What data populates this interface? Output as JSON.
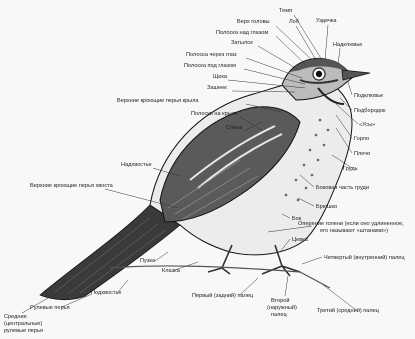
{
  "title": "",
  "labels": [
    {
      "id": "temya",
      "text": "Темя"
    },
    {
      "id": "lob",
      "text": "Лоб"
    },
    {
      "id": "verkh-golovy",
      "text": "Верх головы"
    },
    {
      "id": "uzdechka",
      "text": "Уздечка"
    },
    {
      "id": "poloska-nad-glazom",
      "text": "Полоска над глазом"
    },
    {
      "id": "nadklyuve",
      "text": "Надклювье"
    },
    {
      "id": "zatylok",
      "text": "Затылок"
    },
    {
      "id": "poloska-cherez-glaz",
      "text": "Полоска через глаз"
    },
    {
      "id": "poloska-pod-glazom",
      "text": "Полоска под глазом"
    },
    {
      "id": "shcheka",
      "text": "Щека"
    },
    {
      "id": "podklyuve",
      "text": "Подклювье"
    },
    {
      "id": "zashcheyok",
      "text": "Зашеек"
    },
    {
      "id": "podborodok",
      "text": "Подбородок"
    },
    {
      "id": "verkhnie-kroyushchie-krylo",
      "text": "Верхние кроющие перья крыла"
    },
    {
      "id": "usy",
      "text": "«Усы»"
    },
    {
      "id": "poloski-na-kryle",
      "text": "Полоски на крыле"
    },
    {
      "id": "gorlo",
      "text": "Горло"
    },
    {
      "id": "spina",
      "text": "Спина"
    },
    {
      "id": "plecho",
      "text": "Плечо"
    },
    {
      "id": "nadkhvostye",
      "text": "Надхвостье"
    },
    {
      "id": "grud",
      "text": "Грудь"
    },
    {
      "id": "verkhnie-kroyushchie-khvost",
      "text": "Верхние кроющие перья хвоста"
    },
    {
      "id": "bokovaya-chast-grudi",
      "text": "Боковая часть груди"
    },
    {
      "id": "bryushko",
      "text": "Брюшко"
    },
    {
      "id": "bok",
      "text": "Бок"
    },
    {
      "id": "operenie-goleni-1",
      "text": "Оперение голени (если оно удлиненное,"
    },
    {
      "id": "operenie-goleni-2",
      "text": "его называют «штанами»)"
    },
    {
      "id": "tsevka",
      "text": "Цевка"
    },
    {
      "id": "chetvyorty-palets",
      "text": "Четвертый (внутренний) палец"
    },
    {
      "id": "puzka",
      "text": "Пузка"
    },
    {
      "id": "klaska",
      "text": "Клазка"
    },
    {
      "id": "podkhvostye",
      "text": "Подхвостье"
    },
    {
      "id": "zadny-palets",
      "text": "Первый (задний) палец"
    },
    {
      "id": "rulevye-perya",
      "text": "Рулевые перья"
    },
    {
      "id": "vtoroy-1",
      "text": "Второй"
    },
    {
      "id": "vtoroy-2",
      "text": "(наружный)"
    },
    {
      "id": "vtoroy-3",
      "text": "палец"
    },
    {
      "id": "tretiy-palets",
      "text": "Третий (средний) палец"
    },
    {
      "id": "srednie-1",
      "text": "Средние"
    },
    {
      "id": "srednie-2",
      "text": "(центральные)"
    },
    {
      "id": "srednie-3",
      "text": "рулевые перья"
    }
  ]
}
